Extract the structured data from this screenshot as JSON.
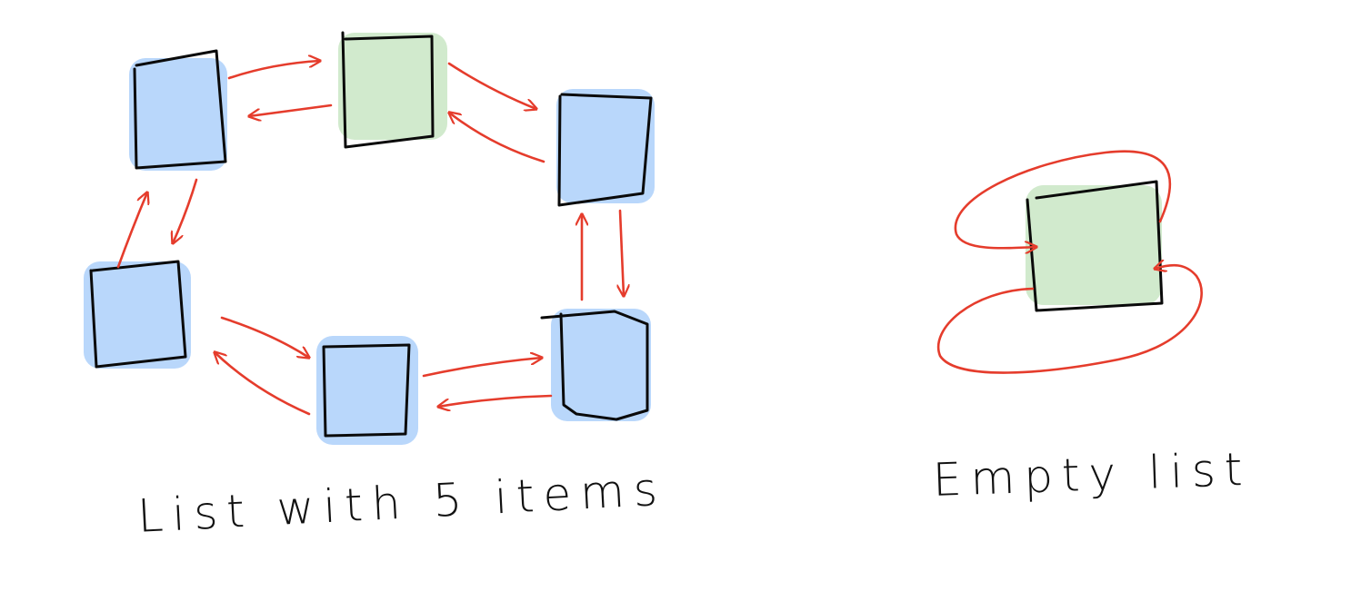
{
  "colors": {
    "regular_fill": "#b9d7fb",
    "sentinel_fill": "#d1eacd",
    "outline": "#0a0a0a",
    "arrow": "#e53c2c"
  },
  "captions": {
    "left": "List with 5 items",
    "right": "Empty list"
  },
  "diagrams": [
    {
      "name": "list-with-5-items",
      "node_count": 6,
      "sentinel_count": 1,
      "regular_count": 5,
      "link_style": "doubly-linked circular"
    },
    {
      "name": "empty-list",
      "node_count": 1,
      "sentinel_count": 1,
      "regular_count": 0,
      "link_style": "sentinel self-loop (next and prev)"
    }
  ]
}
